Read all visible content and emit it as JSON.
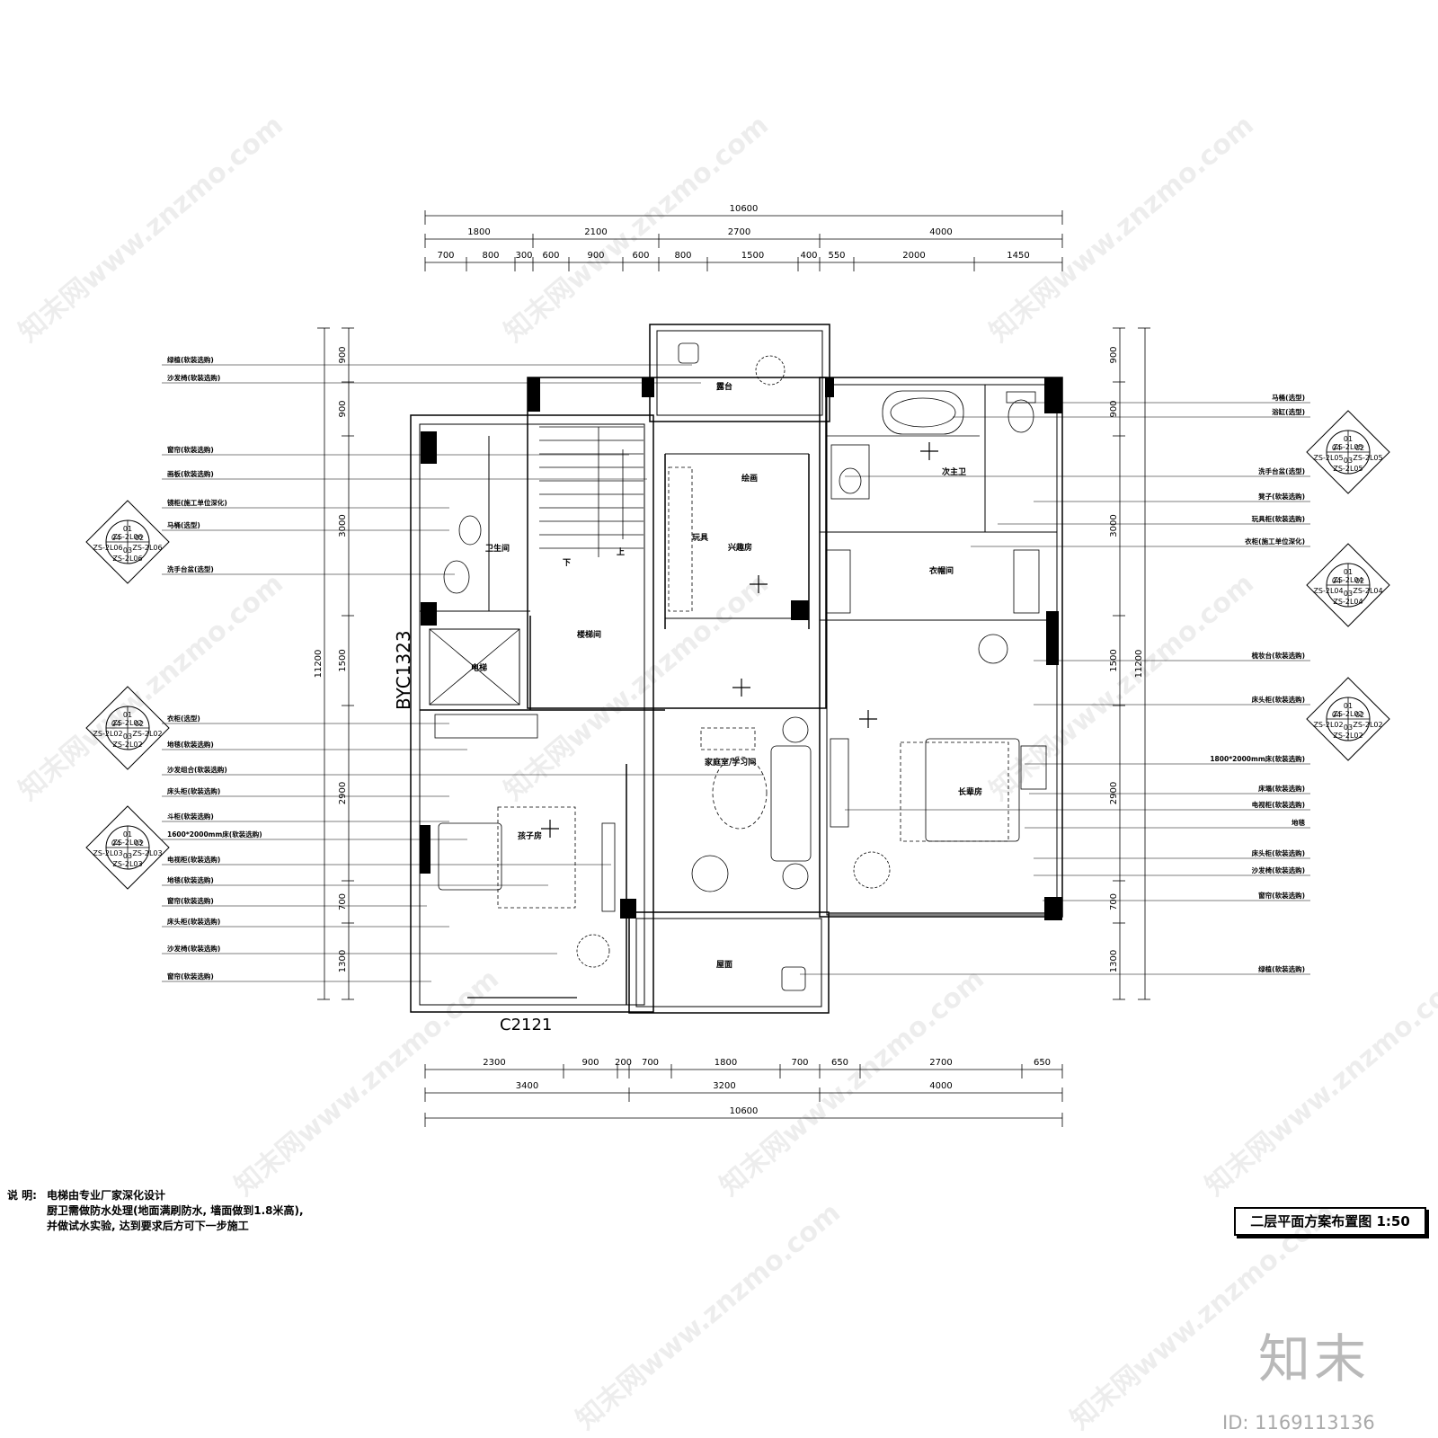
{
  "watermark": "知末网www.znzmo.com",
  "dimensions": {
    "top_total": "10600",
    "top_mid": [
      "1800",
      "2100",
      "2700",
      "4000"
    ],
    "top_small": [
      "700",
      "800",
      "300",
      "600",
      "900",
      "600",
      "800",
      "1500",
      "400",
      "550",
      "2000",
      "1450"
    ],
    "bottom_small": [
      "2300",
      "900",
      "200",
      "700",
      "1800",
      "700",
      "650",
      "2700",
      "650"
    ],
    "bottom_mid": [
      "3400",
      "3200",
      "4000"
    ],
    "bottom_total": "10600",
    "left_small": [
      "900",
      "900",
      "3000",
      "1500",
      "2900",
      "700",
      "1300"
    ],
    "left_total": "11200",
    "right_small": [
      "900",
      "900",
      "3000",
      "1500",
      "2900",
      "700",
      "1300"
    ],
    "right_total": "11200"
  },
  "rooms": {
    "balcony": "露台",
    "master_bath": "次主卫",
    "painting": "绘画",
    "toys": "玩具",
    "hobby": "兴趣房",
    "wardrobe": "衣帽间",
    "washroom": "卫生间",
    "down": "下",
    "up": "上",
    "stairwell": "楼梯间",
    "elevator": "电梯",
    "family": "家庭室/学习间",
    "elder": "长辈房",
    "kids": "孩子房",
    "roof": "屋面"
  },
  "tags": {
    "window_left": "BYC1323",
    "window_bottom": "C2121"
  },
  "callouts_left": [
    "绿植(软装选购)",
    "沙发椅(软装选购)",
    "窗帘(软装选购)",
    "画板(软装选购)",
    "镜柜(施工单位深化)",
    "马桶(选型)",
    "洗手台盆(选型)",
    "衣柜(选型)",
    "地毯(软装选购)",
    "沙发组合(软装选购)",
    "床头柜(软装选购)",
    "斗柜(软装选购)",
    "1600*2000mm床(软装选购)",
    "电视柜(软装选购)",
    "地毯(软装选购)",
    "窗帘(软装选购)",
    "床头柜(软装选购)",
    "沙发椅(软装选购)",
    "窗帘(软装选购)"
  ],
  "callouts_right": [
    "马桶(选型)",
    "浴缸(选型)",
    "洗手台盆(选型)",
    "凳子(软装选购)",
    "玩具柜(软装选购)",
    "衣柜(施工单位深化)",
    "梳妆台(软装选购)",
    "床头柜(软装选购)",
    "1800*2000mm床(软装选购)",
    "床塌(软装选购)",
    "电视柜(软装选购)",
    "地毯",
    "床头柜(软装选购)",
    "沙发椅(软装选购)",
    "窗帘(软装选购)",
    "绿植(软装选购)"
  ],
  "index_symbols": [
    {
      "top": "01",
      "left": "04",
      "right": "02",
      "bottom": "03",
      "ref_top": "ZS-2L06",
      "ref_left": "ZS-2L06",
      "ref_right": "ZS-2L06",
      "ref_bottom": "ZS-2L06"
    },
    {
      "top": "01",
      "left": "04",
      "right": "02",
      "bottom": "03",
      "ref_top": "ZS-2L02",
      "ref_left": "ZS-2L02",
      "ref_right": "ZS-2L02",
      "ref_bottom": "ZS-2L02"
    },
    {
      "top": "01",
      "left": "04",
      "right": "02",
      "bottom": "03",
      "ref_top": "ZS-2L03",
      "ref_left": "ZS-2L03",
      "ref_right": "ZS-2L03",
      "ref_bottom": "ZS-2L03"
    },
    {
      "top": "01",
      "left": "04",
      "right": "02",
      "bottom": "03",
      "ref_top": "ZS-2L05",
      "ref_left": "ZS-2L05",
      "ref_right": "ZS-2L05",
      "ref_bottom": "ZS-2L05"
    },
    {
      "top": "01",
      "left": "04",
      "right": "02",
      "bottom": "03",
      "ref_top": "ZS-2L04",
      "ref_left": "ZS-2L04",
      "ref_right": "ZS-2L04",
      "ref_bottom": "ZS-2L04"
    },
    {
      "top": "01",
      "left": "04",
      "right": "02",
      "bottom": "03",
      "ref_top": "ZS-2L02",
      "ref_left": "ZS-2L02",
      "ref_right": "ZS-2L02",
      "ref_bottom": "ZS-2L02"
    }
  ],
  "notes": {
    "label": "说 明:",
    "lines": [
      "电梯由专业厂家深化设计",
      "厨卫需做防水处理(地面满刷防水, 墙面做到1.8米高),",
      "并做试水实验, 达到要求后方可下一步施工"
    ]
  },
  "title": "二层平面方案布置图 1:50",
  "brand": "知末",
  "id_line": "ID: 1169113136"
}
